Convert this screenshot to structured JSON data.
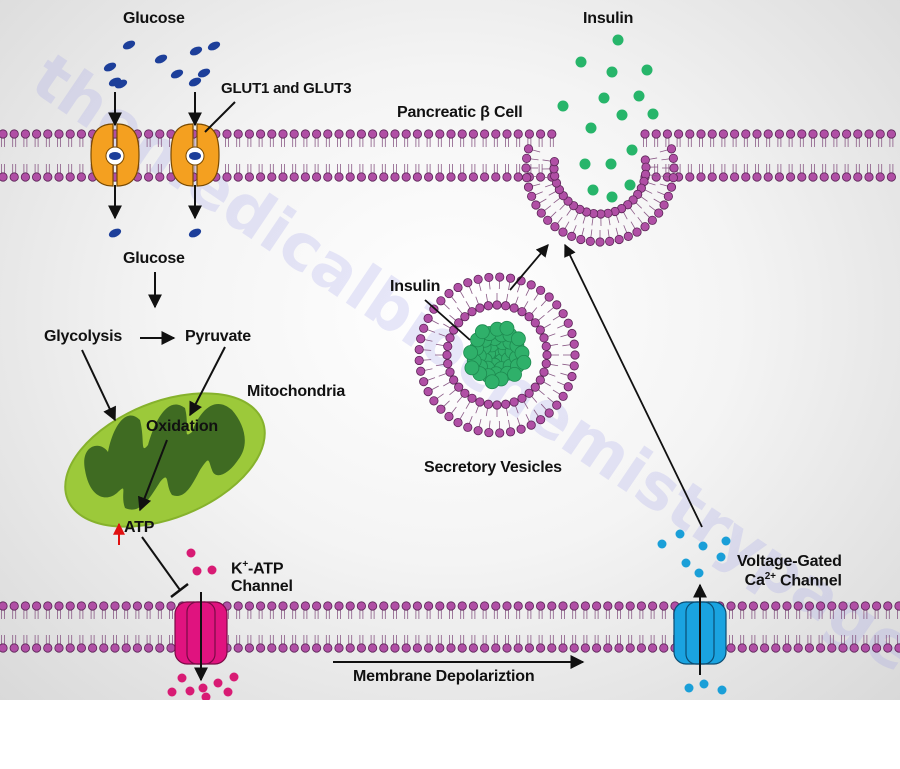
{
  "diagram": {
    "title": "Insulin secretion in the pancreatic beta cell",
    "watermark": "themedicalbiochemistrypage.org",
    "labels": {
      "glucose_outside": "Glucose",
      "glut": "GLUT1 and GLUT3",
      "glucose_inside": "Glucose",
      "glycolysis": "Glycolysis",
      "pyruvate": "Pyruvate",
      "mitochondria": "Mitochondria",
      "oxidation": "Oxidation",
      "atp": "ATP",
      "k_channel_1": "K",
      "k_channel_sup": "+",
      "k_channel_2": "-ATP",
      "k_channel_3": "Channel",
      "depolarization": "Membrane Depolariztion",
      "ca_channel_1": "Voltage-Gated",
      "ca_channel_2": "Ca",
      "ca_channel_sup": "2+",
      "ca_channel_3": "Channel",
      "beta_cell": "Pancreatic β Cell",
      "insulin_released": "Insulin",
      "insulin_vesicle": "Insulin",
      "secretory_vesicles": "Secretory Vesicles"
    },
    "colors": {
      "lipid_head": "#b04fa5",
      "glucose": "#1d3f9a",
      "glut": "#f4a020",
      "mito_outer": "#9cc93a",
      "mito_inner": "#3f6b22",
      "insulin": "#27b56a",
      "k_channel": "#e0137f",
      "k_ion": "#d81b74",
      "ca_channel": "#1aa3e0",
      "ca_ion": "#1a9fd8",
      "atp_arrow": "#e01010"
    }
  }
}
